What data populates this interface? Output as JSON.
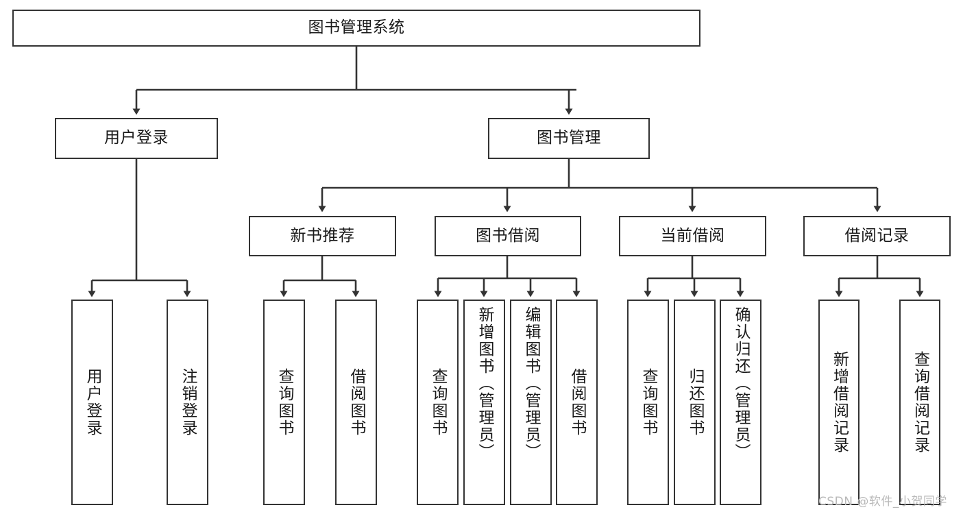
{
  "diagram": {
    "type": "tree-flowchart",
    "title_node": "图书管理系统",
    "background_color": "#ffffff",
    "box_border_color": "#333333",
    "text_color": "#1a1a1a",
    "connector_color": "#333333",
    "levels": 4,
    "nodes": {
      "root": {
        "label": "图书管理系统"
      },
      "level2": [
        {
          "id": "user-login",
          "label": "用户登录"
        },
        {
          "id": "book-management",
          "label": "图书管理"
        }
      ],
      "level3": [
        {
          "id": "new-book-recommend",
          "label": "新书推荐"
        },
        {
          "id": "book-borrow",
          "label": "图书借阅"
        },
        {
          "id": "current-borrow",
          "label": "当前借阅"
        },
        {
          "id": "borrow-record",
          "label": "借阅记录"
        }
      ],
      "leaves": {
        "user_login": [
          {
            "id": "leaf-user-login",
            "label": "用户登录"
          },
          {
            "id": "leaf-logout",
            "label": "注销登录"
          }
        ],
        "new_book_recommend": [
          {
            "id": "leaf-query-book-1",
            "label": "查询图书"
          },
          {
            "id": "leaf-borrow-book-1",
            "label": "借阅图书"
          }
        ],
        "book_borrow": [
          {
            "id": "leaf-query-book-2",
            "label": "查询图书"
          },
          {
            "id": "leaf-add-book",
            "label": "新增图书（管理员）"
          },
          {
            "id": "leaf-edit-book",
            "label": "编辑图书（管理员）"
          },
          {
            "id": "leaf-borrow-book-2",
            "label": "借阅图书"
          }
        ],
        "current_borrow": [
          {
            "id": "leaf-query-book-3",
            "label": "查询图书"
          },
          {
            "id": "leaf-return-book",
            "label": "归还图书"
          },
          {
            "id": "leaf-confirm-return",
            "label": "确认归还（管理员）"
          }
        ],
        "borrow_record": [
          {
            "id": "leaf-add-record",
            "label": "新增借阅记录"
          },
          {
            "id": "leaf-query-record",
            "label": "查询借阅记录"
          }
        ]
      }
    }
  },
  "watermark": {
    "text": "CSDN @软件_小贺同学"
  }
}
